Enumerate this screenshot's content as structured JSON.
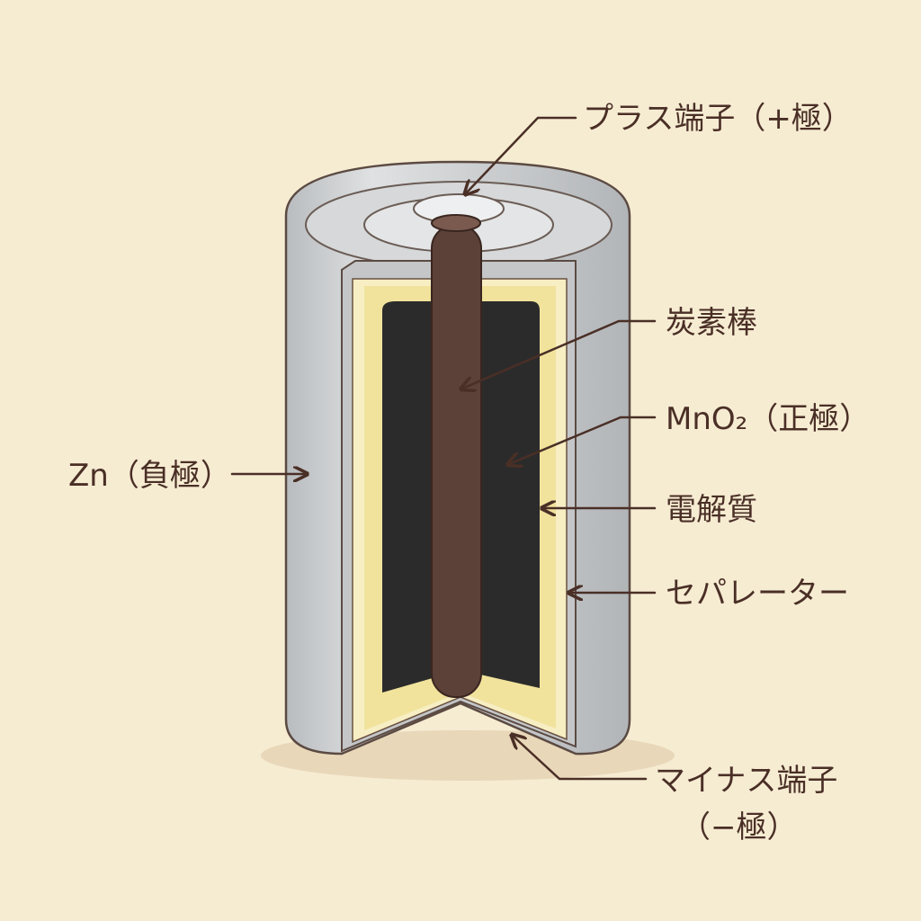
{
  "labels": {
    "plus_terminal": "プラス端子（+極）",
    "carbon_rod": "炭素棒",
    "mno2": "MnO₂（正極）",
    "electrolyte": "電解質",
    "separator": "セパレーター",
    "minus_terminal_line1": "マイナス端子",
    "minus_terminal_line2": "（−極）",
    "zinc": "Zn（負極）"
  },
  "colors": {
    "background": "#f6ecd2",
    "zinc_can": "#c9ccce",
    "separator": "#f3e7a8",
    "mno2": "#2a2a2a",
    "carbon_rod": "#5a4038",
    "ink": "#4a2f26"
  }
}
